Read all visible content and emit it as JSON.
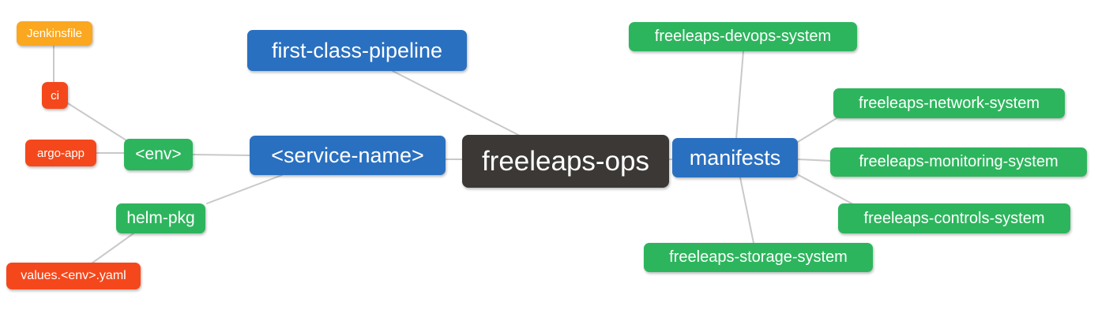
{
  "diagram": {
    "type": "mind-map",
    "colors": {
      "root_bg": "#3b3836",
      "level1_bg": "#2a70c0",
      "level2_bg": "#2db55d",
      "level3_bg": "#f4481c",
      "level4_bg": "#fba71f",
      "edge": "#c9c9c9",
      "text": "#ffffff",
      "background": "#ffffff"
    },
    "nodes": {
      "root": {
        "label": "freeleaps-ops"
      },
      "first_class_pipeline": {
        "label": "first-class-pipeline"
      },
      "service_name": {
        "label": "<service-name>"
      },
      "env": {
        "label": "<env>"
      },
      "ci": {
        "label": "ci"
      },
      "jenkinsfile": {
        "label": "Jenkinsfile"
      },
      "argo_app": {
        "label": "argo-app"
      },
      "helm_pkg": {
        "label": "helm-pkg"
      },
      "values_env_yaml": {
        "label": "values.<env>.yaml"
      },
      "manifests": {
        "label": "manifests"
      },
      "devops_system": {
        "label": "freeleaps-devops-system"
      },
      "network_system": {
        "label": "freeleaps-network-system"
      },
      "monitoring_system": {
        "label": "freeleaps-monitoring-system"
      },
      "controls_system": {
        "label": "freeleaps-controls-system"
      },
      "storage_system": {
        "label": "freeleaps-storage-system"
      }
    },
    "edges": [
      {
        "from": "root",
        "to": "first_class_pipeline"
      },
      {
        "from": "root",
        "to": "service_name"
      },
      {
        "from": "root",
        "to": "manifests"
      },
      {
        "from": "service_name",
        "to": "env"
      },
      {
        "from": "service_name",
        "to": "helm_pkg"
      },
      {
        "from": "env",
        "to": "ci"
      },
      {
        "from": "env",
        "to": "argo_app"
      },
      {
        "from": "ci",
        "to": "jenkinsfile"
      },
      {
        "from": "helm_pkg",
        "to": "values_env_yaml"
      },
      {
        "from": "manifests",
        "to": "devops_system"
      },
      {
        "from": "manifests",
        "to": "network_system"
      },
      {
        "from": "manifests",
        "to": "monitoring_system"
      },
      {
        "from": "manifests",
        "to": "controls_system"
      },
      {
        "from": "manifests",
        "to": "storage_system"
      }
    ]
  }
}
